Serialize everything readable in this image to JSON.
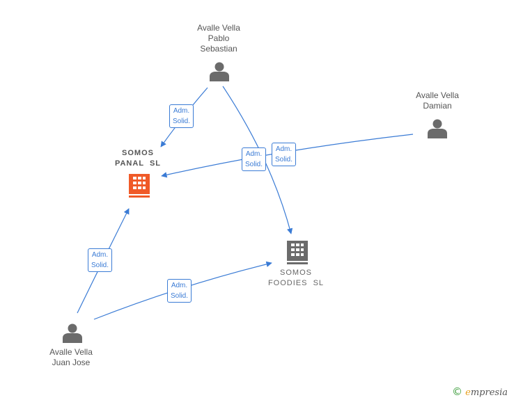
{
  "nodes": {
    "pablo": {
      "line1": "Avalle Vella",
      "line2": "Pablo",
      "line3": "Sebastian"
    },
    "damian": {
      "line1": "Avalle Vella",
      "line2": "Damian"
    },
    "juan": {
      "line1": "Avalle Vella",
      "line2": "Juan Jose"
    },
    "panal": {
      "line1": "SOMOS",
      "line2": "PANAL  SL"
    },
    "foodies": {
      "line1": "SOMOS",
      "line2": "FOODIES  SL"
    }
  },
  "edges": {
    "e1": {
      "line1": "Adm.",
      "line2": "Solid."
    },
    "e2": {
      "line1": "Adm.",
      "line2": "Solid."
    },
    "e3": {
      "line1": "Adm.",
      "line2": "Solid."
    },
    "e4": {
      "line1": "Adm.",
      "line2": "Solid."
    },
    "e5": {
      "line1": "Adm.",
      "line2": "Solid."
    }
  },
  "colors": {
    "edge": "#3a7bd5",
    "person": "#6b6b6b",
    "company_main": "#f05a28",
    "company": "#6b6b6b"
  },
  "footer": {
    "symbol": "©",
    "brand_first": "e",
    "brand_rest": "mpresia"
  }
}
